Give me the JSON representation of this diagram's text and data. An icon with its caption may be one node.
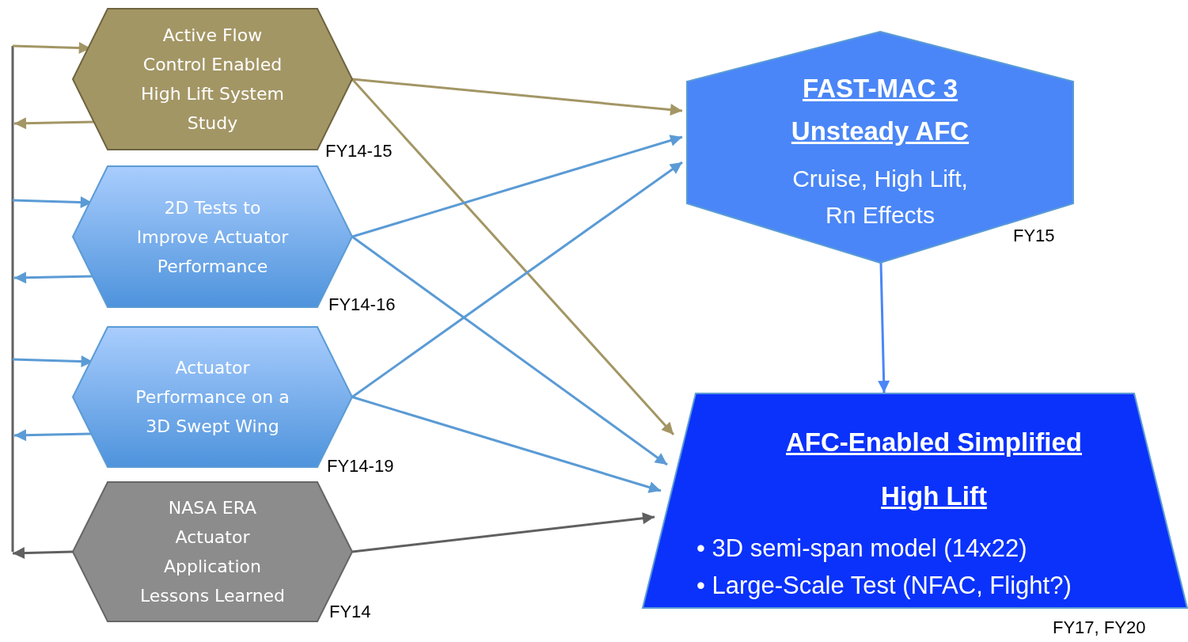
{
  "diagram": {
    "nodes": [
      {
        "text": [
          "Active Flow Control Enabled High Lift System Study"
        ],
        "beside": [
          "FY14-15"
        ]
      },
      {
        "text": [
          "2D Tests to Improve Actuator Performance"
        ],
        "beside": [
          "FY14-16"
        ]
      },
      {
        "text": [
          "Actuator Performance on a 3D Swept Wing"
        ],
        "beside": [
          "FY14-19"
        ]
      },
      {
        "text": [
          "NASA ERA Actuator Application Lessons Learned"
        ],
        "beside": [
          "FY14"
        ]
      },
      {
        "text": [
          "FAST-MAC 3 Unsteady AFC",
          "Cruise, High Lift, Rn Effects"
        ],
        "beside": [
          "FY15"
        ]
      },
      {
        "text": [
          "AFC-Enabled Simplified High Lift",
          "• 3D semi-span model (14x22)",
          "• Large-Scale Test (NFAC, Flight?)"
        ],
        "beside": [
          "FY17, FY20"
        ]
      }
    ],
    "edges": [
      {
        "from": null,
        "to": 0,
        "arrow": "to",
        "color": "#a39665"
      },
      {
        "from": 0,
        "to": null,
        "arrow": "to",
        "color": "#a39665"
      },
      {
        "from": null,
        "to": 1,
        "arrow": "to"
      },
      {
        "from": 1,
        "to": null,
        "arrow": "to"
      },
      {
        "from": null,
        "to": 2,
        "arrow": "to"
      },
      {
        "from": 2,
        "to": null,
        "arrow": "to"
      },
      {
        "from": 3,
        "to": null,
        "arrow": "to",
        "color": "#606060"
      },
      {
        "from": 0,
        "to": 4,
        "arrow": "to",
        "color": "#a39665"
      },
      {
        "from": 0,
        "to": 5,
        "arrow": "to",
        "color": "#a39665"
      },
      {
        "from": 1,
        "to": 4,
        "arrow": "to"
      },
      {
        "from": 1,
        "to": 5,
        "arrow": "to"
      },
      {
        "from": 2,
        "to": 4,
        "arrow": "to"
      },
      {
        "from": 2,
        "to": 5,
        "arrow": "to"
      },
      {
        "from": 3,
        "to": 5,
        "arrow": "to",
        "color": "#606060"
      },
      {
        "from": 4,
        "to": 5,
        "arrow": "to",
        "color": "#4a86f7"
      }
    ]
  }
}
